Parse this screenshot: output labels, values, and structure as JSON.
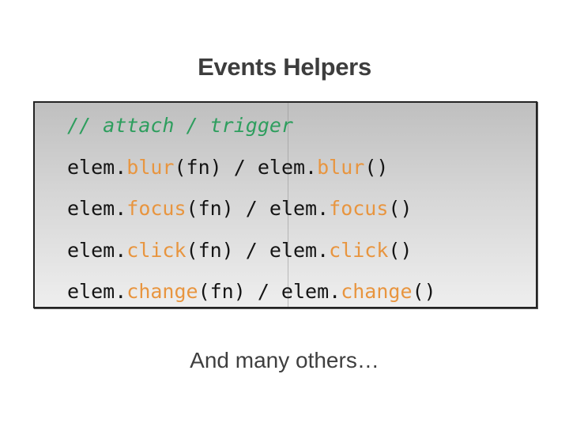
{
  "slide": {
    "title": "Events Helpers",
    "footer_note": "And many others…"
  },
  "code_box": {
    "lines": [
      {
        "type": "comment",
        "tokens": [
          {
            "text": "// attach / trigger",
            "style": "comment"
          }
        ]
      },
      {
        "type": "code",
        "tokens": [
          {
            "text": "elem.",
            "style": "plain"
          },
          {
            "text": "blur",
            "style": "method"
          },
          {
            "text": "(fn) / elem.",
            "style": "plain"
          },
          {
            "text": "blur",
            "style": "method"
          },
          {
            "text": "()",
            "style": "plain"
          }
        ]
      },
      {
        "type": "code",
        "tokens": [
          {
            "text": "elem.",
            "style": "plain"
          },
          {
            "text": "focus",
            "style": "method"
          },
          {
            "text": "(fn) / elem.",
            "style": "plain"
          },
          {
            "text": "focus",
            "style": "method"
          },
          {
            "text": "()",
            "style": "plain"
          }
        ]
      },
      {
        "type": "code",
        "tokens": [
          {
            "text": "elem.",
            "style": "plain"
          },
          {
            "text": "click",
            "style": "method"
          },
          {
            "text": "(fn) / elem.",
            "style": "plain"
          },
          {
            "text": "click",
            "style": "method"
          },
          {
            "text": "()",
            "style": "plain"
          }
        ]
      },
      {
        "type": "code",
        "tokens": [
          {
            "text": "elem.",
            "style": "plain"
          },
          {
            "text": "change",
            "style": "method"
          },
          {
            "text": "(fn) / elem.",
            "style": "plain"
          },
          {
            "text": "change",
            "style": "method"
          },
          {
            "text": "()",
            "style": "plain"
          }
        ]
      }
    ]
  },
  "colors": {
    "slide_background": "#ffffff",
    "title_text": "#3d3d3d",
    "footer_text": "#3f3f3f",
    "code_plain": "#141414",
    "code_comment_green": "#2e9e5e",
    "code_method_orange": "#e8953f",
    "box_border": "#242424",
    "box_gradient_top": "#bfbfbf",
    "box_gradient_bottom": "#eeeeee",
    "box_divider_line": "#8f8f8f"
  }
}
